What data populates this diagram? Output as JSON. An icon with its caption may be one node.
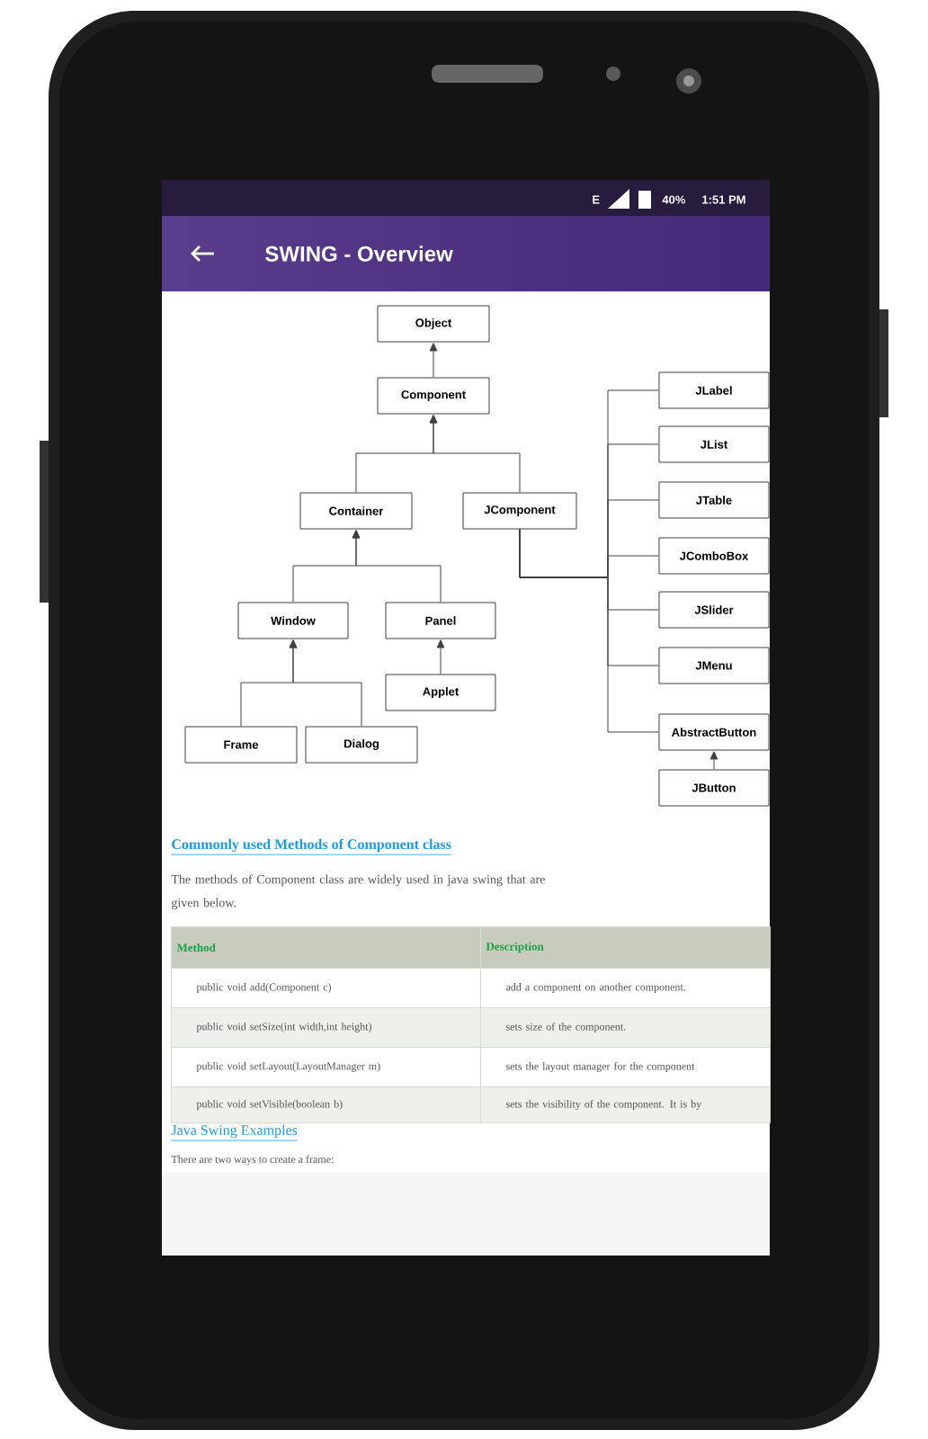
{
  "diagram": {
    "title": "SWING - Overview",
    "nodes": [
      {
        "text": [
          "Object"
        ]
      },
      {
        "text": [
          "Component"
        ]
      },
      {
        "text": [
          "Container"
        ]
      },
      {
        "text": [
          "JComponent"
        ]
      },
      {
        "text": [
          "Window"
        ]
      },
      {
        "text": [
          "Panel"
        ]
      },
      {
        "text": [
          "Applet"
        ]
      },
      {
        "text": [
          "Frame"
        ]
      },
      {
        "text": [
          "Dialog"
        ]
      },
      {
        "text": [
          "JLabel"
        ]
      },
      {
        "text": [
          "JList"
        ]
      },
      {
        "text": [
          "JTable"
        ]
      },
      {
        "text": [
          "JComboBox"
        ]
      },
      {
        "text": [
          "JSlider"
        ]
      },
      {
        "text": [
          "JMenu"
        ]
      },
      {
        "text": [
          "AbstractButton"
        ]
      },
      {
        "text": [
          "JButton"
        ]
      }
    ],
    "edges": [
      {
        "from": 1,
        "to": 0,
        "arrow": "to"
      },
      {
        "from": 2,
        "to": 1,
        "arrow": "to"
      },
      {
        "from": 3,
        "to": 1,
        "arrow": "to"
      },
      {
        "from": 4,
        "to": 2,
        "arrow": "to"
      },
      {
        "from": 5,
        "to": 2,
        "arrow": "to"
      },
      {
        "from": 6,
        "to": 5,
        "arrow": "to"
      },
      {
        "from": 7,
        "to": 4,
        "arrow": "to"
      },
      {
        "from": 8,
        "to": 4,
        "arrow": "to"
      },
      {
        "from": 3,
        "to": 9,
        "arrow": "none"
      },
      {
        "from": 3,
        "to": 10,
        "arrow": "none"
      },
      {
        "from": 3,
        "to": 11,
        "arrow": "none"
      },
      {
        "from": 3,
        "to": 12,
        "arrow": "none"
      },
      {
        "from": 3,
        "to": 13,
        "arrow": "none"
      },
      {
        "from": 3,
        "to": 14,
        "arrow": "none"
      },
      {
        "from": 3,
        "to": 15,
        "arrow": "none"
      },
      {
        "from": 16,
        "to": 15,
        "arrow": "to"
      }
    ],
    "labels": [
      "E",
      "40%",
      "1:51 PM",
      "Commonly used Methods of Component class",
      "The methods of Component class are widely used in java swing that are given below.",
      "Method",
      "Description",
      "public void add(Component c)",
      "add a component on another component.",
      "public void setSize(int width,int height)",
      "sets size of the component.",
      "public void setLayout(LayoutManager m)",
      "sets the layout manager for the component",
      "public void setVisible(boolean b)",
      "sets the visibility of the component. It is by",
      "Java Swing Examples",
      "There are two ways to create a frame:"
    ]
  }
}
